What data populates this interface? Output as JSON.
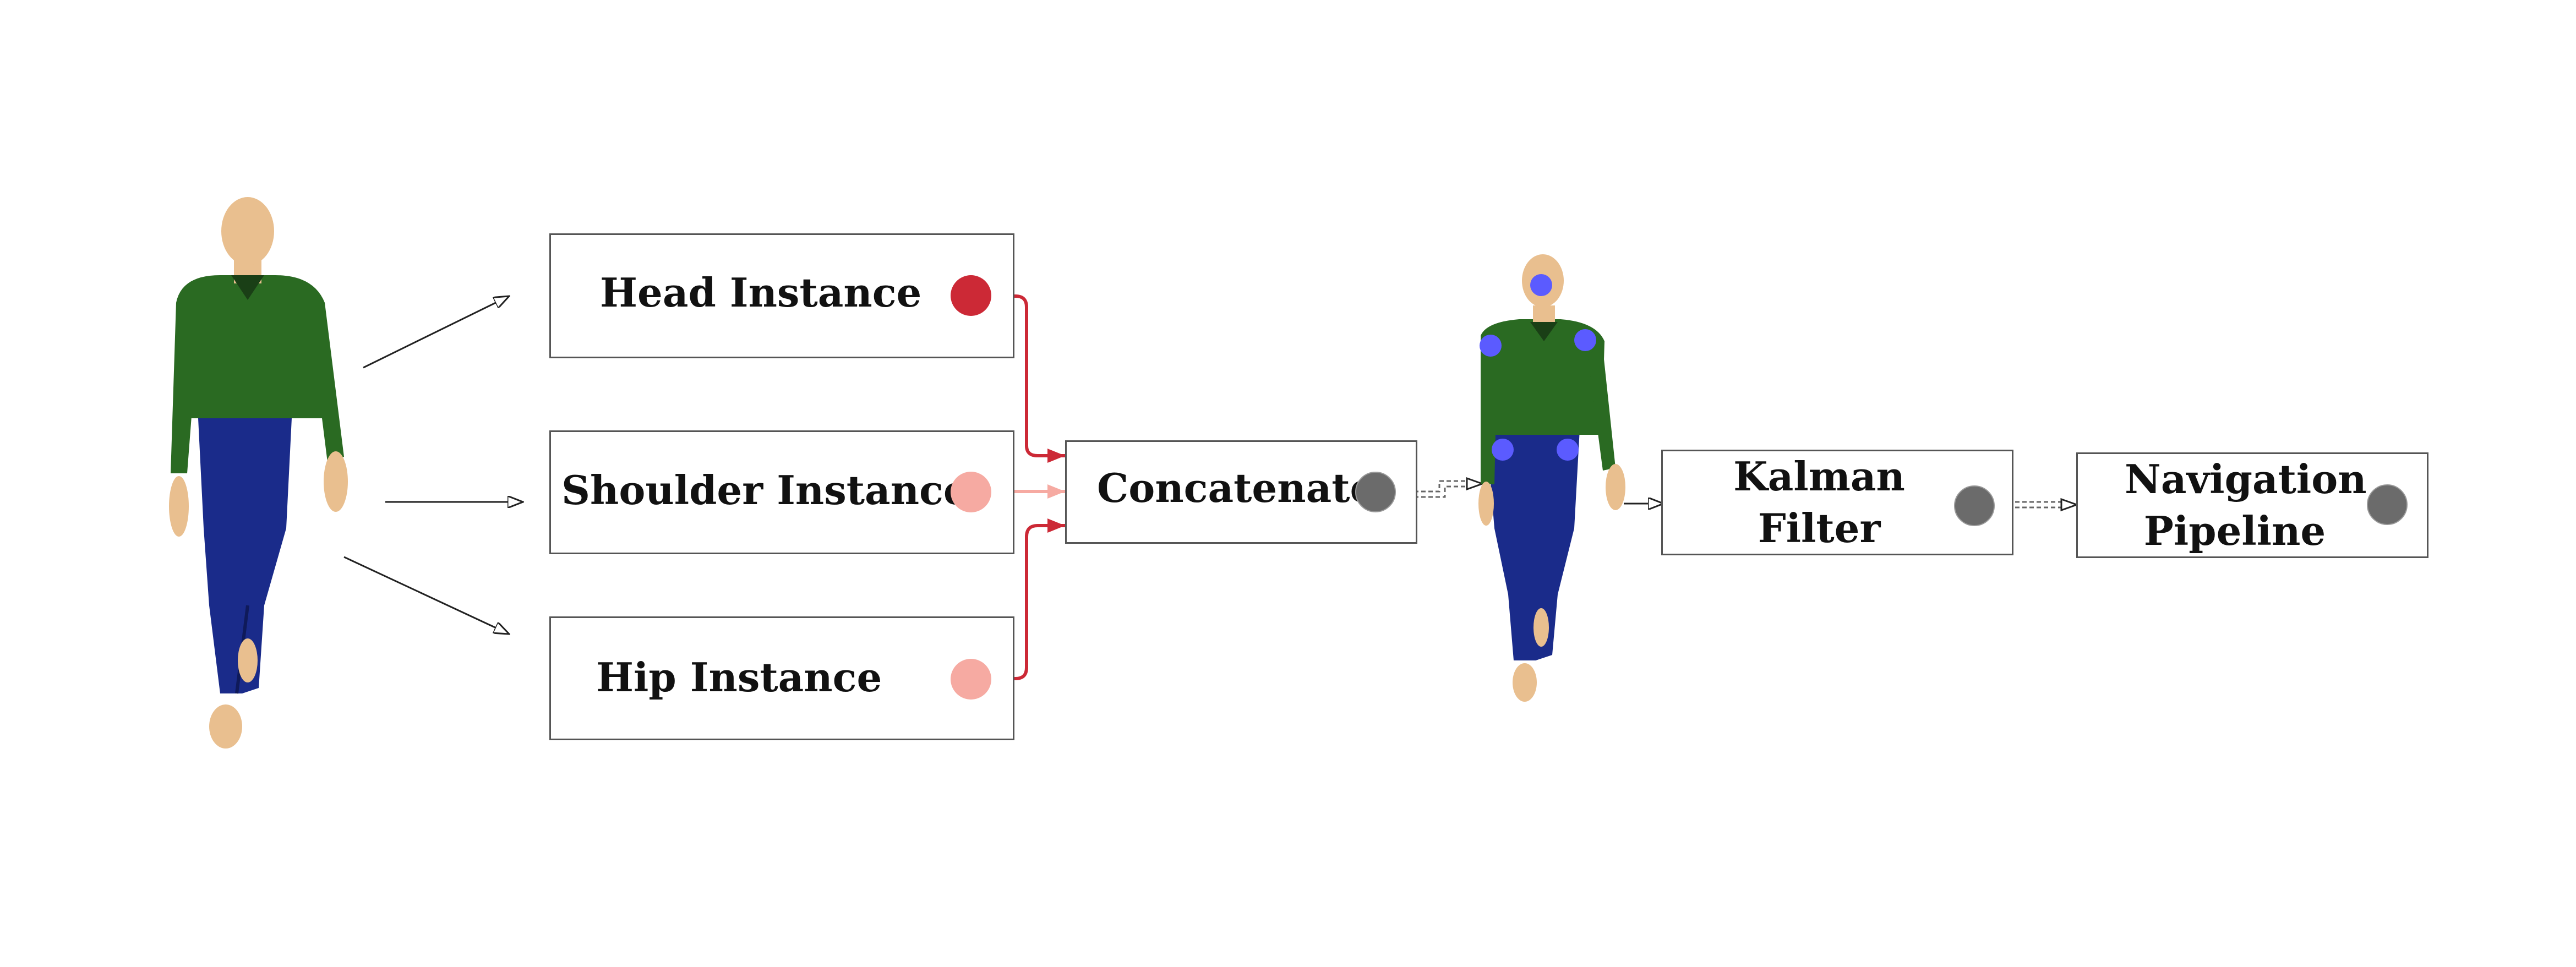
{
  "colors": {
    "red": "#cc2936",
    "pink": "#f6aaa2",
    "gray": "#6b6b6b",
    "blue_keypoint": "#5b5bff",
    "shirt": "#2a6a22",
    "pants": "#1a2b8a",
    "skin": "#e9bf8f"
  },
  "instances": {
    "head": {
      "label": "Head Instance"
    },
    "shoulder": {
      "label": "Shoulder Instance"
    },
    "hip": {
      "label": "Hip Instance"
    }
  },
  "concatenate": {
    "label": "Concatenate"
  },
  "kalman": {
    "line1": "Kalman",
    "line2": "Filter"
  },
  "navigation": {
    "line1": "Navigation",
    "line2": "Pipeline"
  },
  "icons": [
    "person-figure-icon",
    "keypoint-person-icon"
  ]
}
